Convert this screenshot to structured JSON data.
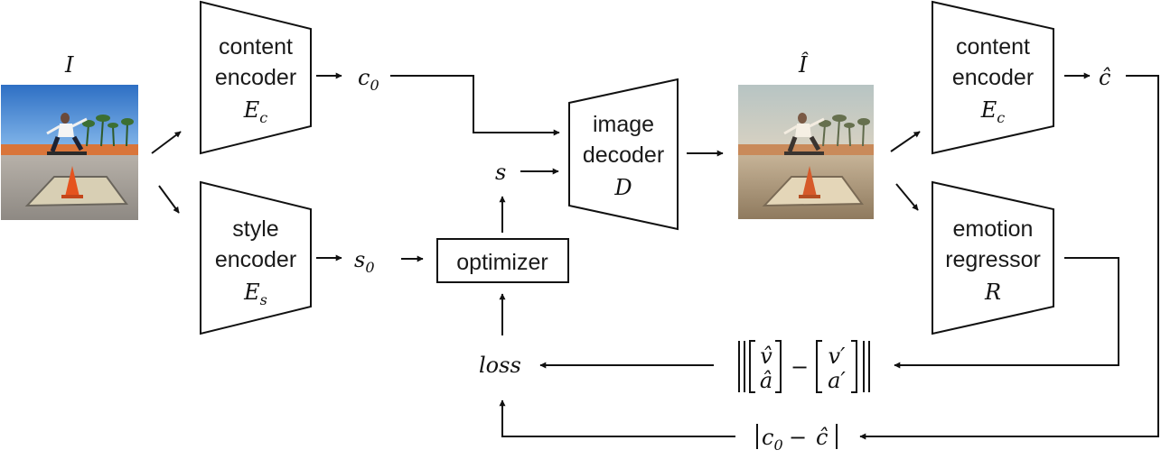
{
  "input_image_label": "I",
  "output_image_label": "Î",
  "content_encoder_1": {
    "line1": "content",
    "line2": "encoder",
    "symbol": "E",
    "subscript": "c"
  },
  "style_encoder": {
    "line1": "style",
    "line2": "encoder",
    "symbol": "E",
    "subscript": "s"
  },
  "image_decoder": {
    "line1": "image",
    "line2": "decoder",
    "symbol": "D"
  },
  "content_encoder_2": {
    "line1": "content",
    "line2": "encoder",
    "symbol": "E",
    "subscript": "c"
  },
  "emotion_regressor": {
    "line1": "emotion",
    "line2": "regressor",
    "symbol": "R"
  },
  "optimizer_label": "optimizer",
  "c0": {
    "symbol": "c",
    "subscript": "0"
  },
  "s0": {
    "symbol": "s",
    "subscript": "0"
  },
  "s_label": "s",
  "c_hat_label": "ĉ",
  "loss_label": "loss",
  "emotion_loss": {
    "v_hat": "v̂",
    "a_hat": "â",
    "minus": "−",
    "v_prime": "v′",
    "a_prime": "a′"
  },
  "content_loss": {
    "c": "c",
    "subscript": "0",
    "minus": "−",
    "c_hat": "ĉ"
  }
}
